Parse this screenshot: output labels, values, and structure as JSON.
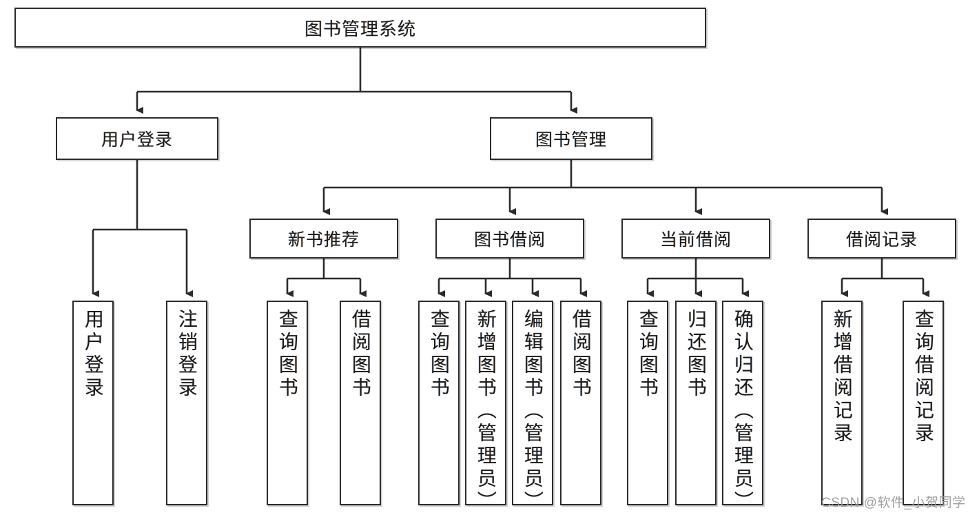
{
  "diagram": {
    "type": "tree-hierarchy",
    "title": "图书管理系统",
    "orientation": "top-down",
    "colors": {
      "stroke": "#2b2b2b",
      "fill": "#ffffff",
      "text": "#1a1a1a",
      "watermark": "#9a9a9a"
    },
    "levels": 4
  },
  "nodes": {
    "root": {
      "label": "图书管理系统",
      "level": 1
    },
    "level2": [
      {
        "id": "user-login",
        "label": "用户登录"
      },
      {
        "id": "book-management",
        "label": "图书管理"
      }
    ],
    "level3": [
      {
        "id": "new-book-recommend",
        "label": "新书推荐"
      },
      {
        "id": "book-borrow",
        "label": "图书借阅"
      },
      {
        "id": "current-borrow",
        "label": "当前借阅"
      },
      {
        "id": "borrow-record",
        "label": "借阅记录"
      }
    ],
    "leaves": [
      {
        "id": "leaf-user-login",
        "label": "用户登录",
        "parent": "user-login"
      },
      {
        "id": "leaf-logout-login",
        "label": "注销登录",
        "parent": "user-login"
      },
      {
        "id": "leaf-query-book-1",
        "label": "查询图书",
        "parent": "new-book-recommend"
      },
      {
        "id": "leaf-borrow-book-1",
        "label": "借阅图书",
        "parent": "new-book-recommend"
      },
      {
        "id": "leaf-query-book-2",
        "label": "查询图书",
        "parent": "book-borrow"
      },
      {
        "id": "leaf-add-book",
        "label": "新增图书（管理员）",
        "parent": "book-borrow"
      },
      {
        "id": "leaf-edit-book",
        "label": "编辑图书（管理员）",
        "parent": "book-borrow"
      },
      {
        "id": "leaf-borrow-book-2",
        "label": "借阅图书",
        "parent": "book-borrow"
      },
      {
        "id": "leaf-query-book-3",
        "label": "查询图书",
        "parent": "current-borrow"
      },
      {
        "id": "leaf-return-book",
        "label": "归还图书",
        "parent": "current-borrow"
      },
      {
        "id": "leaf-confirm-return",
        "label": "确认归还（管理员）",
        "parent": "current-borrow"
      },
      {
        "id": "leaf-add-record",
        "label": "新增借阅记录",
        "parent": "borrow-record"
      },
      {
        "id": "leaf-query-record",
        "label": "查询借阅记录",
        "parent": "borrow-record"
      }
    ]
  },
  "watermark": {
    "text": "CSDN @软件_小贺同学"
  }
}
